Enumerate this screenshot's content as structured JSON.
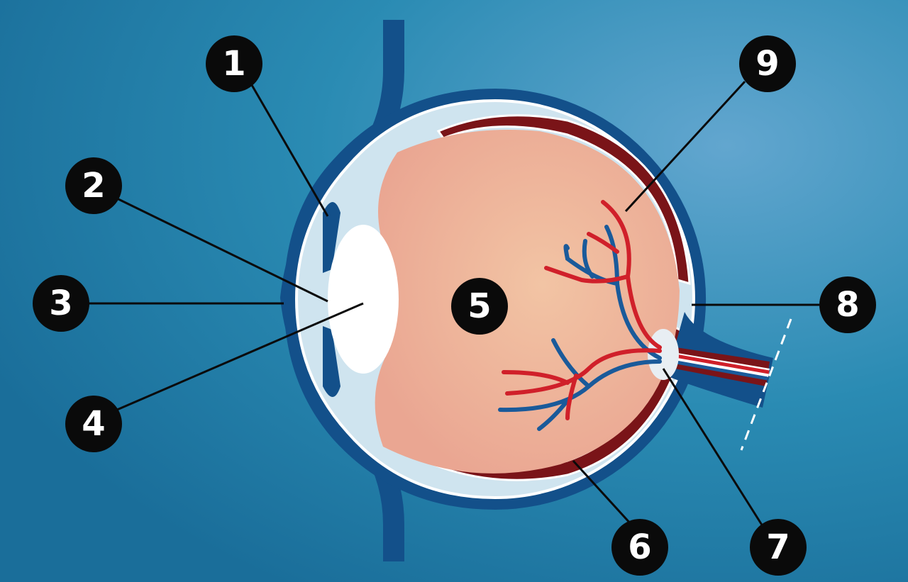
{
  "diagram": {
    "labels": [
      "1",
      "2",
      "3",
      "4",
      "5",
      "6",
      "7",
      "8",
      "9"
    ],
    "colors": {
      "background": "#1f7fa6",
      "outer_ring": "#13508a",
      "sclera": "#cfe4ef",
      "choroid": "#7a1418",
      "retina": "#eeb49a",
      "artery": "#d0202a",
      "vein": "#1a5a9a",
      "lens": "#ffffff"
    }
  }
}
